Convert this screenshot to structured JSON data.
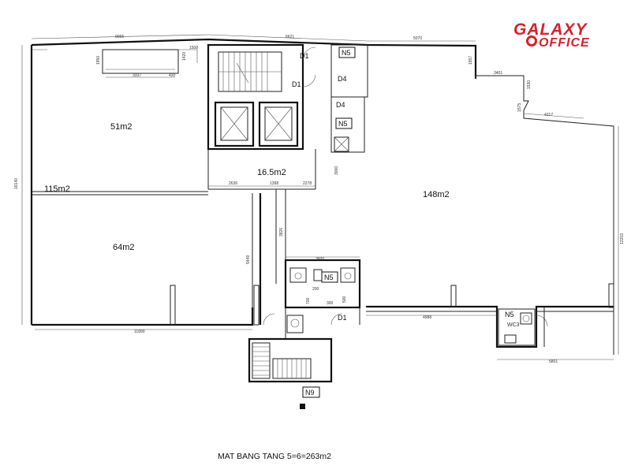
{
  "brand": {
    "name_line1": "GALAXY",
    "name_line2": "OFFICE",
    "accent_color": "#d8202a"
  },
  "caption": "MAT BANG TANG 5=6=263m2",
  "areas": {
    "room_51": "51m2",
    "room_115": "115m2",
    "room_64": "64m2",
    "lobby": "16.5m2",
    "room_148": "148m2"
  },
  "tags": {
    "d1_top": "D1",
    "d1_mid": "D1",
    "d1_low": "D1",
    "d4_top": "D4",
    "d4_mid": "D4",
    "n5_top": "N5",
    "n5_mid": "N5",
    "n5_wc": "N5",
    "n5_right": "N5",
    "wc3": "WC3",
    "n9": "N9"
  },
  "dimensions": {
    "top_left": "9065",
    "top_mid": "6621",
    "top_right": "5070",
    "left_side": "16140",
    "win_left_w": "3337",
    "win_left_gap": "420",
    "win_h1": "1950",
    "win_h2": "1508",
    "win_side": "1420",
    "right_step1": "3401",
    "right_step2": "1530",
    "right_step3": "4317",
    "right_side": "12203",
    "right_small1": "1957",
    "right_small2": "1575",
    "corr_left": "2636",
    "corr_mid": "1398",
    "corr_right": "2278",
    "corr_v": "3000",
    "shaft_v": "3826",
    "wall_v": "5449",
    "bottom_left": "11890",
    "wc_top": "3600",
    "bottom_mid": "4988",
    "bottom_right": "5801",
    "wc_a": "200",
    "wc_b": "300",
    "wc_c": "500",
    "wc_d": "700"
  }
}
